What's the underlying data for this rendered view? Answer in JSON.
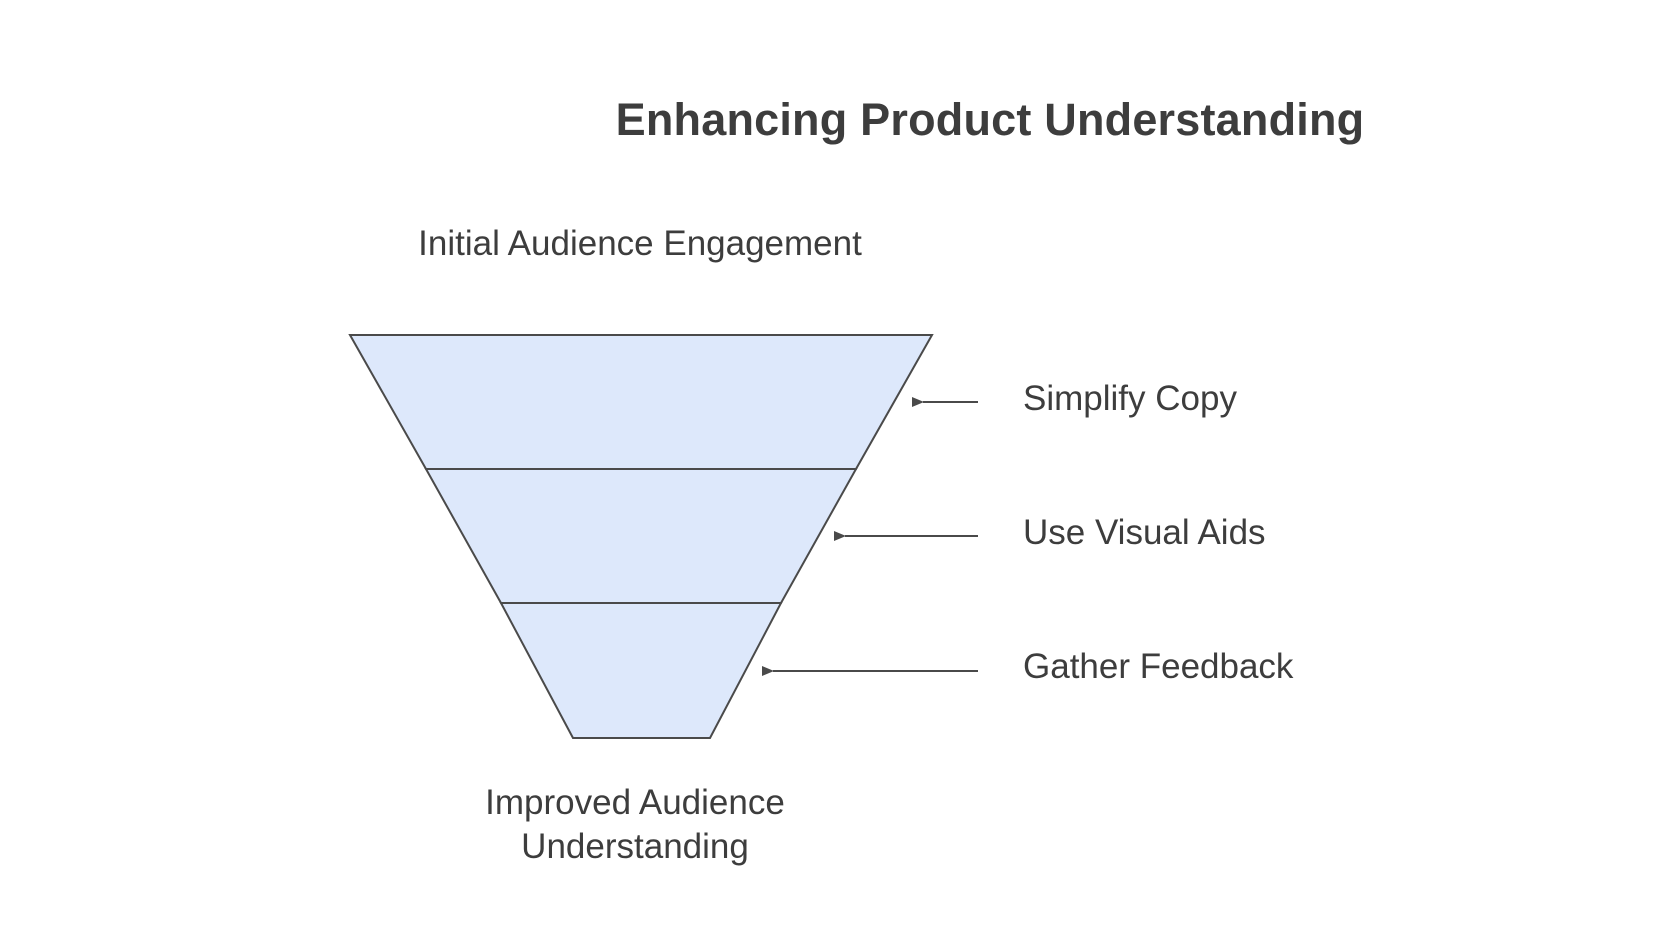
{
  "title": "Enhancing Product Understanding",
  "top_label": "Initial Audience Engagement",
  "bottom_label": "Improved Audience Understanding",
  "stages": [
    {
      "label": "Simplify Copy"
    },
    {
      "label": "Use Visual Aids"
    },
    {
      "label": "Gather Feedback"
    }
  ],
  "colors": {
    "fill": "#dde8fb",
    "stroke": "#4a4a4a",
    "text": "#3d3d3d"
  }
}
